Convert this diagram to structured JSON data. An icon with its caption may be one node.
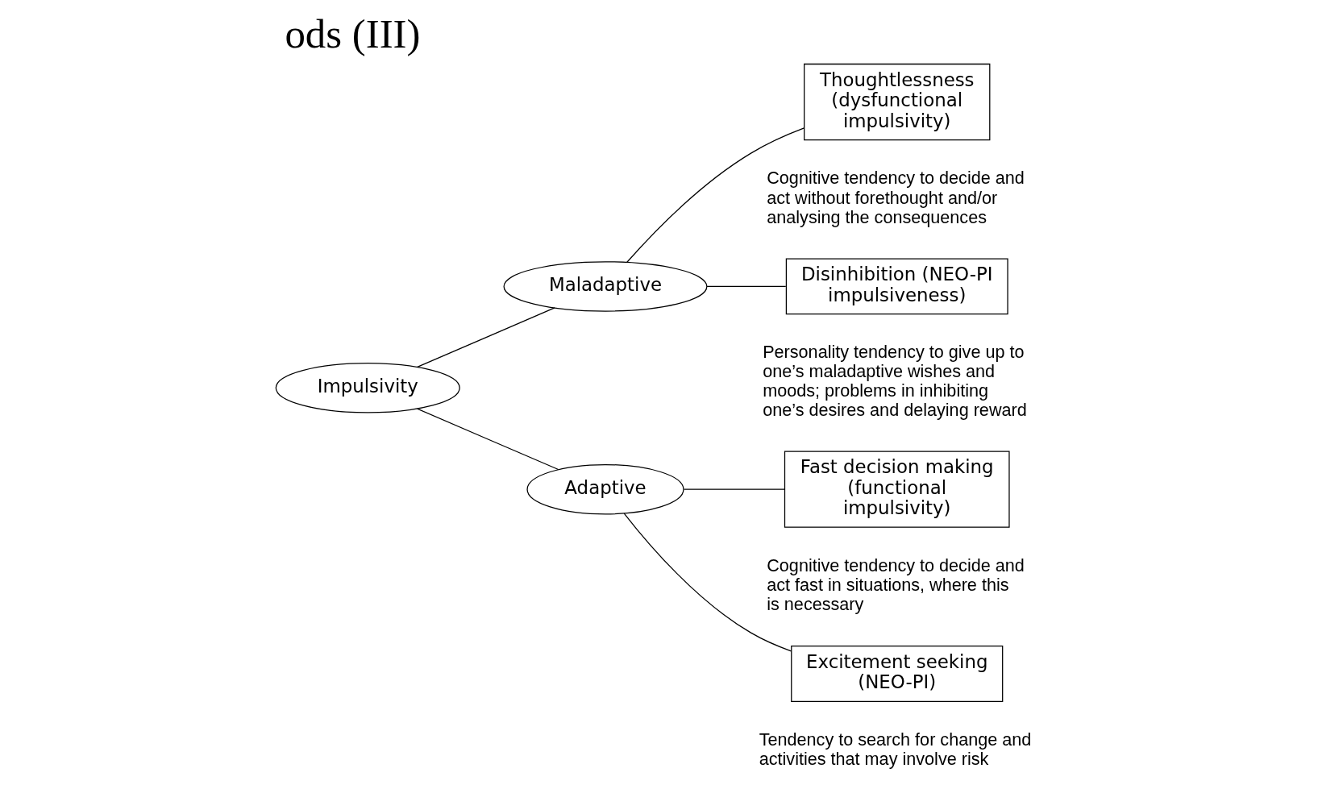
{
  "diagram": {
    "title": "ods (III)",
    "nodes": [
      {
        "text": [
          "Impulsivity"
        ]
      },
      {
        "text": [
          "Maladaptive"
        ]
      },
      {
        "text": [
          "Adaptive"
        ]
      },
      {
        "text": [
          "Thoughtlessness (dysfunctional impulsivity)"
        ],
        "beside": [
          "Cognitive tendency to decide and act without forethought and/or analysing the consequences"
        ]
      },
      {
        "text": [
          "Disinhibition (NEO-PI impulsiveness)"
        ],
        "beside": [
          "Personality tendency to give up to one’s maladaptive wishes and moods; problems in inhibiting one’s desires and delaying reward"
        ]
      },
      {
        "text": [
          "Fast decision making (functional impulsivity)"
        ],
        "beside": [
          "Cognitive tendency to decide and act fast in situations, where this is necessary"
        ]
      },
      {
        "text": [
          "Excitement seeking (NEO-PI)"
        ],
        "beside": [
          "Tendency to search for change and activities that may involve risk"
        ]
      }
    ],
    "edges": [
      {
        "from": 0,
        "to": 1,
        "arrow": "none"
      },
      {
        "from": 0,
        "to": 2,
        "arrow": "none"
      },
      {
        "from": 1,
        "to": 3,
        "arrow": "none"
      },
      {
        "from": 1,
        "to": 4,
        "arrow": "none"
      },
      {
        "from": 2,
        "to": 5,
        "arrow": "none"
      },
      {
        "from": 2,
        "to": 6,
        "arrow": "none"
      }
    ]
  }
}
